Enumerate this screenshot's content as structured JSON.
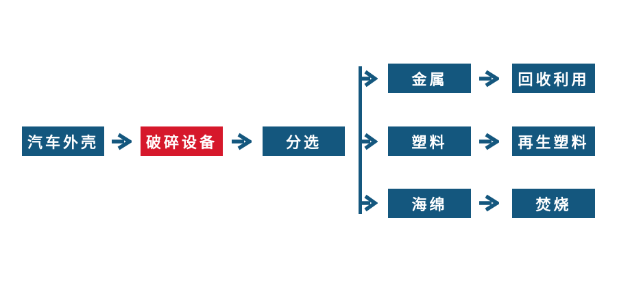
{
  "diagram": {
    "description": "Automobile shell recycling process flowchart",
    "colors": {
      "box_blue": "#14577E",
      "box_red": "#D6182B",
      "arrow_blue": "#14577E",
      "text": "#FFFFFF",
      "background": "#FFFFFF"
    },
    "icons": {
      "arrow_right": "→"
    },
    "main_flow": [
      {
        "label": "汽车外壳",
        "color": "blue"
      },
      {
        "label": "破碎设备",
        "color": "red"
      },
      {
        "label": "分选",
        "color": "blue"
      }
    ],
    "branches": [
      {
        "source": "金属",
        "result": "回收利用"
      },
      {
        "source": "塑料",
        "result": "再生塑料"
      },
      {
        "source": "海绵",
        "result": "焚烧"
      }
    ]
  }
}
